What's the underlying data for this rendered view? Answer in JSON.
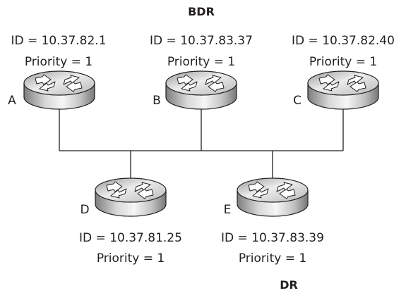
{
  "roles": {
    "bdr": "BDR",
    "dr": "DR"
  },
  "routers": {
    "a": {
      "letter": "A",
      "id": "ID = 10.37.82.1",
      "priority": "Priority = 1"
    },
    "b": {
      "letter": "B",
      "id": "ID = 10.37.83.37",
      "priority": "Priority = 1"
    },
    "c": {
      "letter": "C",
      "id": "ID = 10.37.82.40",
      "priority": "Priority = 1"
    },
    "d": {
      "letter": "D",
      "id": "ID = 10.37.81.25",
      "priority": "Priority = 1"
    },
    "e": {
      "letter": "E",
      "id": "ID = 10.37.83.39",
      "priority": "Priority = 1"
    }
  },
  "colors": {
    "stroke": "#231f20",
    "router_light": "#f4f4f4",
    "router_dark": "#8f8f8f"
  }
}
